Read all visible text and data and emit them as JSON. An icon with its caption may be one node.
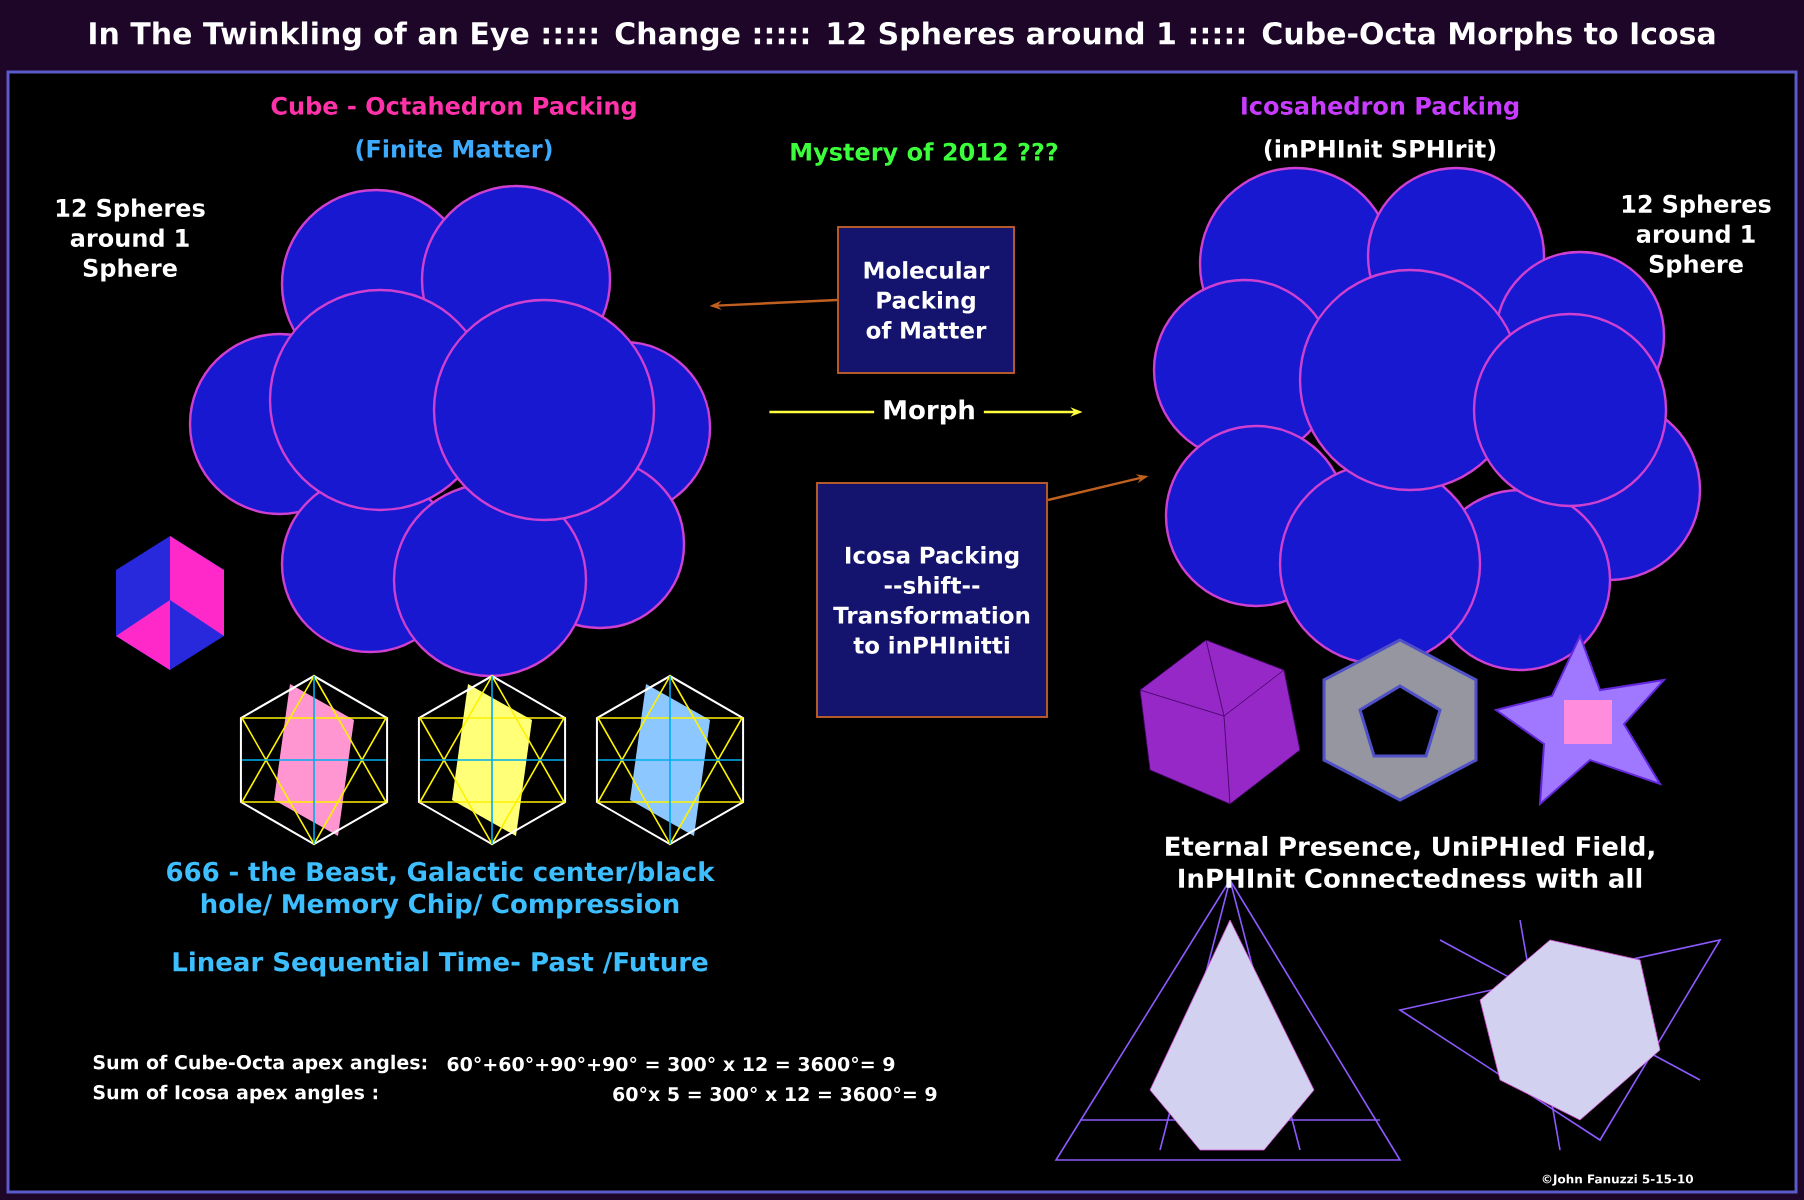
{
  "diagram": {
    "title": "In The Twinkling of an Eye ::::: Change ::::: 12 Spheres around 1 ::::: Cube-Octa Morphs to Icosa",
    "nodes": [
      {
        "text": [
          "Molecular Packing of Matter"
        ]
      },
      {
        "text": [
          "Icosa Packing --shift-- Transformation to inPHInitti"
        ]
      },
      {
        "text": [],
        "shape": "picture"
      },
      {
        "text": [],
        "shape": "picture"
      }
    ],
    "edges": [
      {
        "from": 0,
        "to": 2,
        "arrow": "to"
      },
      {
        "from": 1,
        "to": 3,
        "arrow": "to"
      },
      {
        "from": 2,
        "to": 3,
        "arrow": "to",
        "label": "Morph",
        "color": "#ffff40"
      }
    ],
    "labels": [
      "Cube - Octahedron Packing",
      "(Finite Matter)",
      "Mystery of 2012 ???",
      "Icosahedron Packing",
      "(inPHInit SPHIrit)",
      "12 Spheres around 1 Sphere",
      "12 Spheres around 1 Sphere",
      "666 - the Beast, Galactic center/black hole/ Memory Chip/ Compression",
      "Linear Sequential Time- Past /Future",
      "Eternal Presence, UniPHIed Field, InPHInit Connectedness with all",
      "Sum of Cube-Octa apex angles:",
      "60°+60°+90°+90° = 300° x 12 = 3600°= 9",
      "Sum of Icosa apex angles :",
      "60°x 5 = 300° x 12 = 3600°= 9",
      "©John Fanuzzi 5-15-10"
    ]
  }
}
